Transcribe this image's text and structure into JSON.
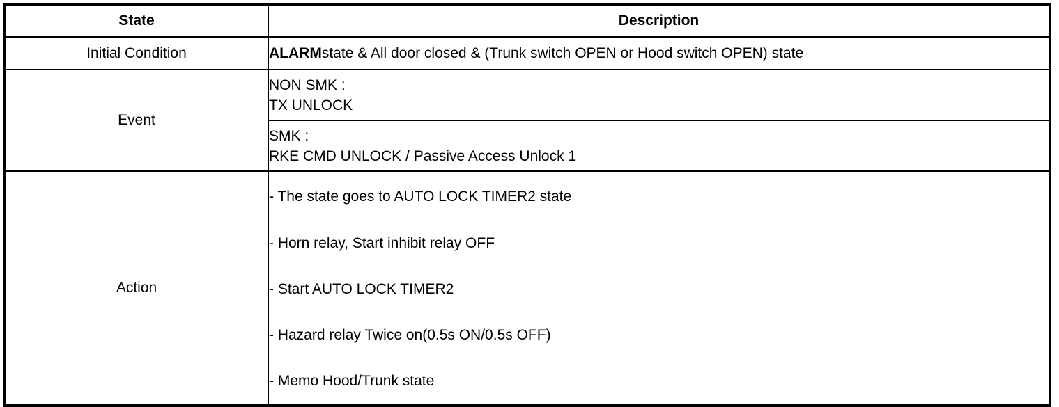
{
  "table": {
    "headers": {
      "state": "State",
      "description": "Description"
    },
    "rows": {
      "initial_condition": {
        "label": "Initial Condition",
        "description_bold": "ALARM",
        "description_rest": "state & All door closed & (Trunk switch OPEN or Hood switch OPEN) state"
      },
      "event": {
        "label": "Event",
        "items": [
          {
            "line1": "NON SMK :",
            "line2": "TX UNLOCK"
          },
          {
            "line1": "SMK :",
            "line2": "RKE CMD UNLOCK / Passive Access Unlock 1"
          }
        ]
      },
      "action": {
        "label": "Action",
        "items": [
          "- The state goes to AUTO LOCK TIMER2 state",
          "- Horn relay, Start inhibit relay OFF",
          "- Start AUTO LOCK TIMER2",
          "- Hazard relay Twice on(0.5s ON/0.5s OFF)",
          "- Memo Hood/Trunk state"
        ]
      }
    }
  },
  "colors": {
    "border": "#000000",
    "text": "#000000",
    "background": "#ffffff"
  }
}
